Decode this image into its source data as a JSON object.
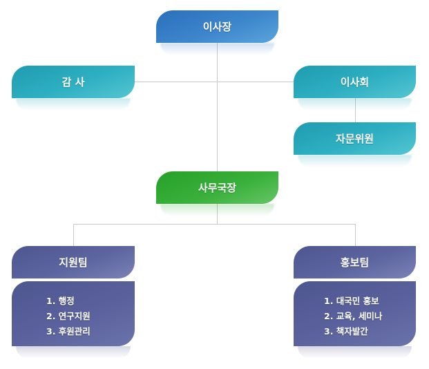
{
  "org_chart": {
    "chairman": "이사장",
    "auditor": "감 사",
    "board": "이사회",
    "advisory_committee": "자문위원",
    "secretary_general": "사무국장",
    "support_team": {
      "title": "지원팀",
      "duties": [
        "1. 행정",
        "2. 연구지원",
        "3. 후원관리"
      ]
    },
    "pr_team": {
      "title": "홍보팀",
      "duties": [
        "1. 대국민 홍보",
        "2. 교육, 세미나",
        "3. 책자발간"
      ]
    }
  },
  "colors": {
    "chairman": "#3580c6",
    "auditor_board": "#2aa8bc",
    "secretary_general": "#35ac37",
    "teams": "#5a619c",
    "connector": "#c8c8c8"
  }
}
